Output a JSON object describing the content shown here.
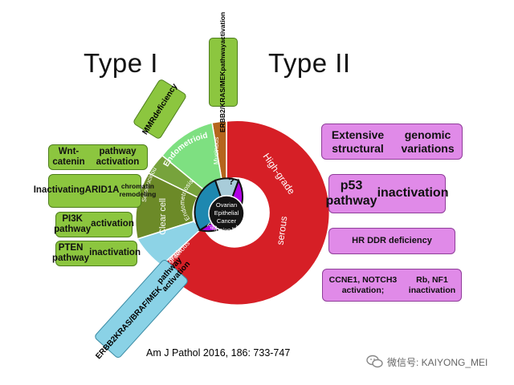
{
  "headings": {
    "type1": "Type I",
    "type2": "Type II"
  },
  "center": {
    "line1": "Ovarian",
    "line2": "Epithelial",
    "line3": "Cancer"
  },
  "inner_ring": {
    "endometriosis": "Endometriosis",
    "unknown": "?",
    "fallopian": "Fallopian tube",
    "epithelium": "epithelium"
  },
  "outer_ring": {
    "endometrioid": "Endometrioid",
    "mucinous": "Mucinous",
    "high_grade": "High-grade",
    "serous": "serous",
    "low": "Low",
    "grade": "grade",
    "low_serous": "serous",
    "clear_cell": "Clear cell",
    "seromucinous": "Seromucinous"
  },
  "type1_boxes": {
    "erbb2_top": {
      "line1": "ERBB2/KRAS/MEK",
      "line2": "pathway",
      "line3": "activation"
    },
    "mmr": {
      "line1": "MMR",
      "line2": "deficiency"
    },
    "wnt": {
      "line1": "Wnt- catenin",
      "line2": "pathway activation"
    },
    "arid1a": {
      "line1": "Inactivating",
      "line2": "ARID1A",
      "line3": "chromatin remodeling"
    },
    "pi3k": {
      "line1": "PI3K pathway",
      "line2": "activation"
    },
    "pten": {
      "line1": "PTEN pathway",
      "line2": "inactivation"
    },
    "erbb2_bottom": {
      "line1": "ERBB2",
      "line2": "KRAS/BRAF/MEK",
      "line3": "pathway activation"
    }
  },
  "type2_boxes": {
    "structural": {
      "line1": "Extensive structural",
      "line2": "genomic variations"
    },
    "p53": {
      "line1": "p53 pathway",
      "line2": "inactivation"
    },
    "hr": {
      "line1": "HR DDR deficiency"
    },
    "ccne1": {
      "line1": "CCNE1, NOTCH3 activation;",
      "line2": "Rb, NF1 inactivation"
    }
  },
  "citation": "Am J Pathol 2016, 186: 733-747",
  "watermark": "微信号: KAIYONG_MEI",
  "colors": {
    "high_grade_serous": "#d61f26",
    "mucinous": "#b5651d",
    "endometrioid": "#7ee081",
    "seromucinous": "#77a33c",
    "clear_cell": "#6c8a28",
    "low_grade_serous": "#8dd3e6",
    "fallopian_tube": "#b100e6",
    "endometriosis": "#1e88b0",
    "unknown": "#a8ccd9",
    "center": "#141414",
    "type1_box": "#8cc63f",
    "type2_box": "#e08ae8",
    "erbb2_bottom_box": "#8ad2e6"
  },
  "icons": {
    "watermark": "wechat-icon"
  }
}
